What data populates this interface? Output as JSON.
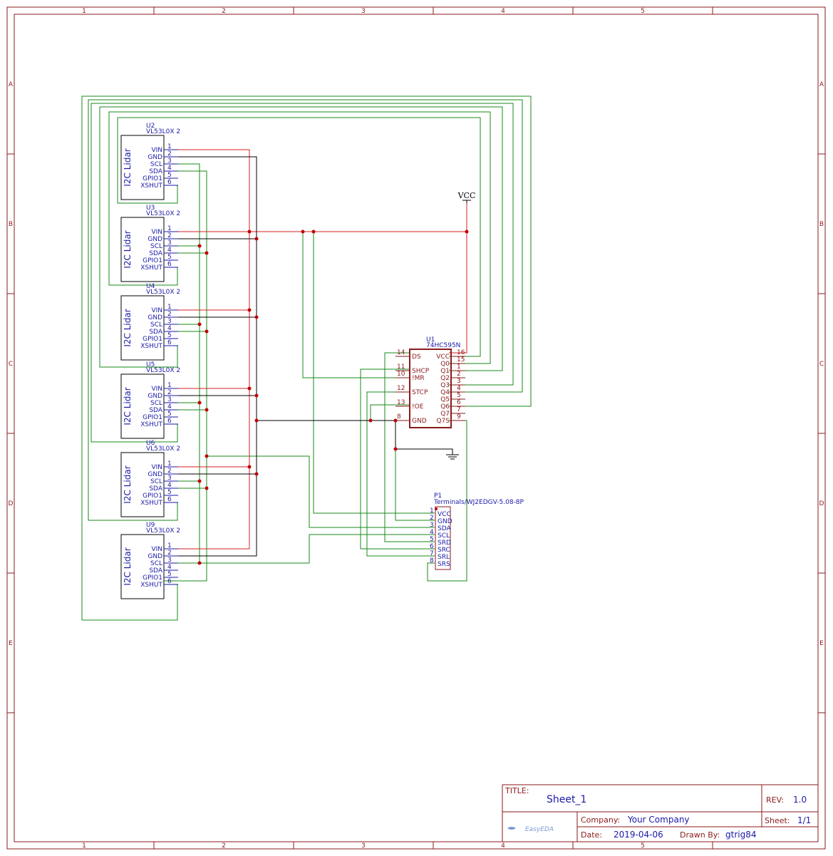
{
  "frame": {
    "columns": [
      "1",
      "2",
      "3",
      "4",
      "5"
    ],
    "rows": [
      "A",
      "B",
      "C",
      "D",
      "E"
    ]
  },
  "lidars": [
    {
      "ref": "U2",
      "part": "VL53L0X 2",
      "body": "I2C Lidar"
    },
    {
      "ref": "U3",
      "part": "VL53L0X 2",
      "body": "I2C Lidar"
    },
    {
      "ref": "U4",
      "part": "VL53L0X 2",
      "body": "I2C Lidar"
    },
    {
      "ref": "U5",
      "part": "VL53L0X 2",
      "body": "I2C Lidar"
    },
    {
      "ref": "U6",
      "part": "VL53L0X 2",
      "body": "I2C Lidar"
    },
    {
      "ref": "U9",
      "part": "VL53L0X 2",
      "body": "I2C Lidar"
    }
  ],
  "lidar_pins": [
    {
      "num": "1",
      "name": "VIN"
    },
    {
      "num": "2",
      "name": "GND"
    },
    {
      "num": "3",
      "name": "SCL"
    },
    {
      "num": "4",
      "name": "SDA"
    },
    {
      "num": "5",
      "name": "GPIO1"
    },
    {
      "num": "6",
      "name": "XSHUT"
    }
  ],
  "shift_register": {
    "ref": "U1",
    "part": "74HC595N",
    "left_pins": [
      {
        "num": "14",
        "name": "DS"
      },
      {
        "num": "11",
        "name": "SHCP"
      },
      {
        "num": "10",
        "name": "!MR"
      },
      {
        "num": "12",
        "name": "STCP"
      },
      {
        "num": "13",
        "name": "!OE"
      },
      {
        "num": "8",
        "name": "GND"
      }
    ],
    "right_pins": [
      {
        "num": "16",
        "name": "VCC"
      },
      {
        "num": "15",
        "name": "Q0"
      },
      {
        "num": "1",
        "name": "Q1"
      },
      {
        "num": "2",
        "name": "Q2"
      },
      {
        "num": "3",
        "name": "Q3"
      },
      {
        "num": "4",
        "name": "Q4"
      },
      {
        "num": "5",
        "name": "Q5"
      },
      {
        "num": "6",
        "name": "Q6"
      },
      {
        "num": "7",
        "name": "Q7"
      },
      {
        "num": "9",
        "name": "Q7S"
      }
    ]
  },
  "terminal": {
    "ref": "P1",
    "part": "Terminals/WJ2EDGV-5.08-8P",
    "pins": [
      {
        "num": "1",
        "name": "VCC"
      },
      {
        "num": "2",
        "name": "GND"
      },
      {
        "num": "3",
        "name": "SDA"
      },
      {
        "num": "4",
        "name": "SCL"
      },
      {
        "num": "5",
        "name": "SRD"
      },
      {
        "num": "6",
        "name": "SRC"
      },
      {
        "num": "7",
        "name": "SRL"
      },
      {
        "num": "8",
        "name": "SRS"
      }
    ]
  },
  "power": {
    "vcc_label": "VCC"
  },
  "title_block": {
    "title_label": "TITLE:",
    "title": "Sheet_1",
    "rev_label": "REV:",
    "rev": "1.0",
    "company_label": "Company:",
    "company": "Your Company",
    "sheet_label": "Sheet:",
    "sheet": "1/1",
    "date_label": "Date:",
    "date": "2019-04-06",
    "drawn_label": "Drawn By:",
    "drawn": "gtrig84",
    "logo": "EasyEDA"
  },
  "colors": {
    "frame": "#8b1a1a",
    "pin_text": "#1a1aa8",
    "net_green": "#1a8a1a",
    "net_red": "#d42020",
    "net_black": "#000000"
  }
}
